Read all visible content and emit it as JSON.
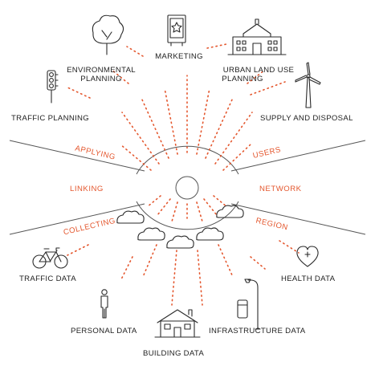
{
  "colors": {
    "accent": "#e4572e",
    "ink": "#2a2a2a",
    "background": "#ffffff"
  },
  "labels": {
    "marketing": "MARKETING",
    "env1": "ENVIRONMENTAL",
    "env2": "PLANNING",
    "urban1": "URBAN LAND USE",
    "urban2": "PLANNING",
    "traffic_planning": "TRAFFIC PLANNING",
    "supply": "SUPPLY AND DISPOSAL",
    "traffic_data": "TRAFFIC DATA",
    "health_data": "HEALTH DATA",
    "personal_data": "PERSONAL DATA",
    "infrastructure_data": "INFRASTRUCTURE DATA",
    "building_data": "BUILDING DATA"
  },
  "layers": {
    "applying": "APPLYING",
    "users": "USERS",
    "linking": "LINKING",
    "network": "NETWORK",
    "collecting": "COLLECTING",
    "region": "REGION"
  },
  "icons": {
    "tree": "tree-icon",
    "billboard": "billboard-star-icon",
    "building": "town-hall-icon",
    "traffic_light": "traffic-light-icon",
    "wind_turbine": "wind-turbine-icon",
    "bicycle": "bicycle-icon",
    "heart": "heart-health-icon",
    "person": "person-icon",
    "house": "house-icon",
    "street_lamp": "street-lamp-icon",
    "bin": "bin-icon",
    "cloud": "cloud-icon"
  }
}
